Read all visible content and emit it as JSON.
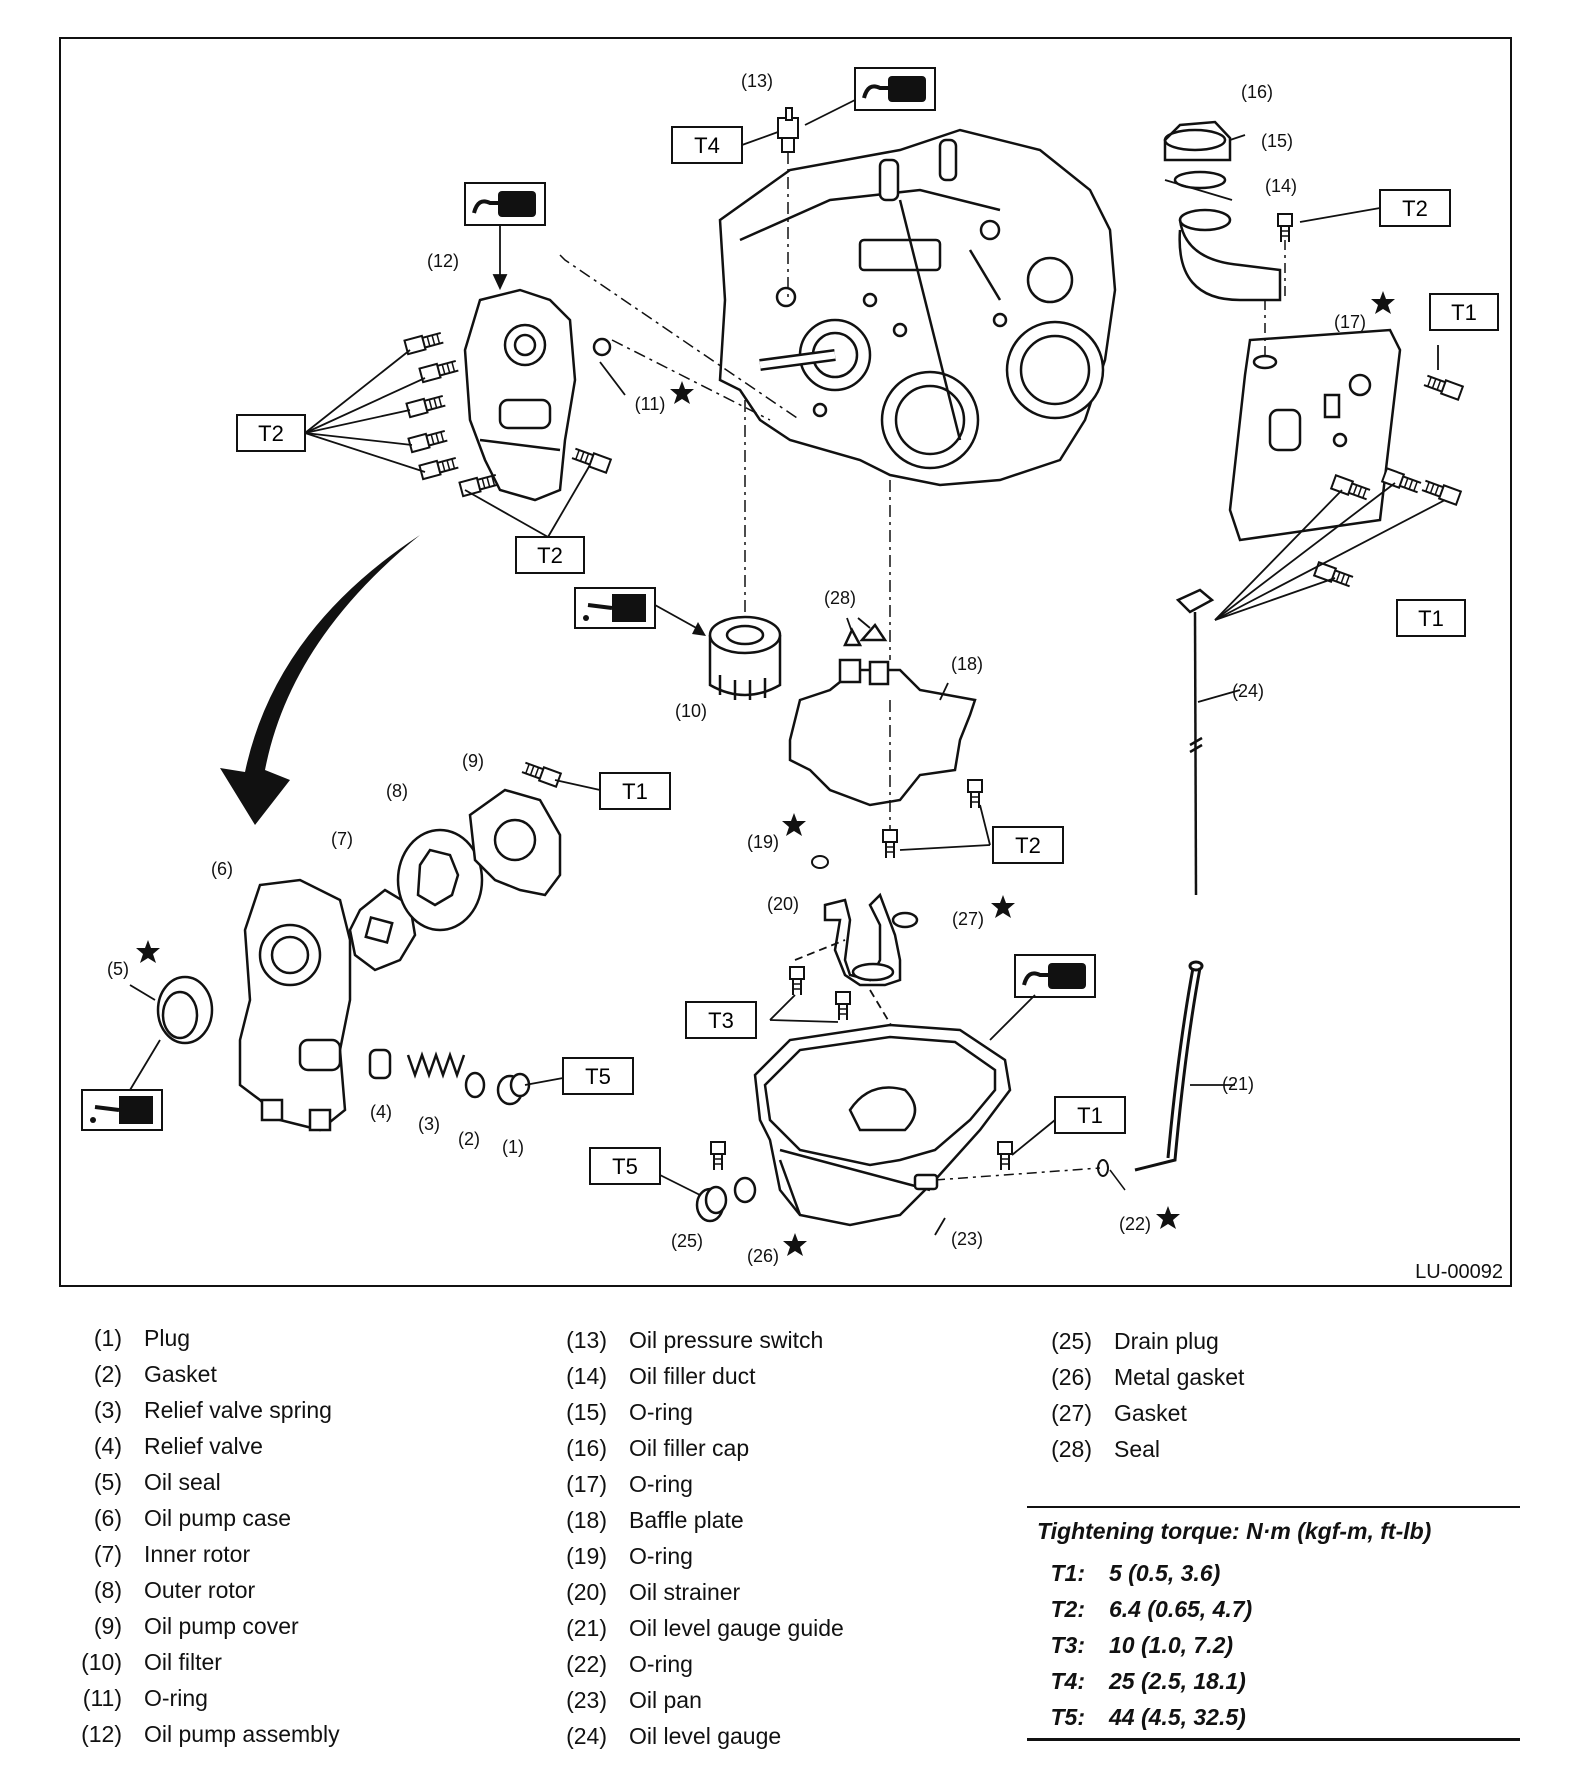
{
  "figure": {
    "id_code": "LU-00092",
    "callouts": {
      "c1": "(1)",
      "c2": "(2)",
      "c3": "(3)",
      "c4": "(4)",
      "c5": "(5)",
      "c6": "(6)",
      "c7": "(7)",
      "c8": "(8)",
      "c9": "(9)",
      "c10": "(10)",
      "c11": "(11)",
      "c12": "(12)",
      "c13": "(13)",
      "c14": "(14)",
      "c15": "(15)",
      "c16": "(16)",
      "c17": "(17)",
      "c18": "(18)",
      "c19": "(19)",
      "c20": "(20)",
      "c21": "(21)",
      "c22": "(22)",
      "c23": "(23)",
      "c24": "(24)",
      "c25": "(25)",
      "c26": "(26)",
      "c27": "(27)",
      "c28": "(28)"
    },
    "torque_tags": {
      "t4_top": "T4",
      "t2_right_top": "T2",
      "t1_cover_top": "T1",
      "t1_cover_bottom": "T1",
      "t2_pump_left": "T2",
      "t2_pump_bottom": "T2",
      "t1_pump_cover": "T1",
      "t2_baffle": "T2",
      "t3_strainer": "T3",
      "t5_relief": "T5",
      "t5_drain": "T5",
      "t1_pan": "T1"
    }
  },
  "legend": {
    "columns": [
      [
        {
          "num": "(1)",
          "name": "Plug"
        },
        {
          "num": "(2)",
          "name": "Gasket"
        },
        {
          "num": "(3)",
          "name": "Relief valve spring"
        },
        {
          "num": "(4)",
          "name": "Relief valve"
        },
        {
          "num": "(5)",
          "name": "Oil seal"
        },
        {
          "num": "(6)",
          "name": "Oil pump case"
        },
        {
          "num": "(7)",
          "name": "Inner rotor"
        },
        {
          "num": "(8)",
          "name": "Outer rotor"
        },
        {
          "num": "(9)",
          "name": "Oil pump cover"
        },
        {
          "num": "(10)",
          "name": "Oil filter"
        },
        {
          "num": "(11)",
          "name": "O-ring"
        },
        {
          "num": "(12)",
          "name": "Oil pump assembly"
        }
      ],
      [
        {
          "num": "(13)",
          "name": "Oil pressure switch"
        },
        {
          "num": "(14)",
          "name": "Oil filler duct"
        },
        {
          "num": "(15)",
          "name": "O-ring"
        },
        {
          "num": "(16)",
          "name": "Oil filler cap"
        },
        {
          "num": "(17)",
          "name": "O-ring"
        },
        {
          "num": "(18)",
          "name": "Baffle plate"
        },
        {
          "num": "(19)",
          "name": "O-ring"
        },
        {
          "num": "(20)",
          "name": "Oil strainer"
        },
        {
          "num": "(21)",
          "name": "Oil level gauge guide"
        },
        {
          "num": "(22)",
          "name": "O-ring"
        },
        {
          "num": "(23)",
          "name": "Oil pan"
        },
        {
          "num": "(24)",
          "name": "Oil level gauge"
        }
      ],
      [
        {
          "num": "(25)",
          "name": "Drain plug"
        },
        {
          "num": "(26)",
          "name": "Metal gasket"
        },
        {
          "num": "(27)",
          "name": "Gasket"
        },
        {
          "num": "(28)",
          "name": "Seal"
        }
      ]
    ]
  },
  "torque": {
    "title": "Tightening torque: N·m (kgf-m, ft-lb)",
    "rows": [
      {
        "key": "T1:",
        "value": "5 (0.5, 3.6)"
      },
      {
        "key": "T2:",
        "value": "6.4 (0.65, 4.7)"
      },
      {
        "key": "T3:",
        "value": "10 (1.0, 7.2)"
      },
      {
        "key": "T4:",
        "value": "25 (2.5, 18.1)"
      },
      {
        "key": "T5:",
        "value": "44 (4.5, 32.5)"
      }
    ]
  }
}
